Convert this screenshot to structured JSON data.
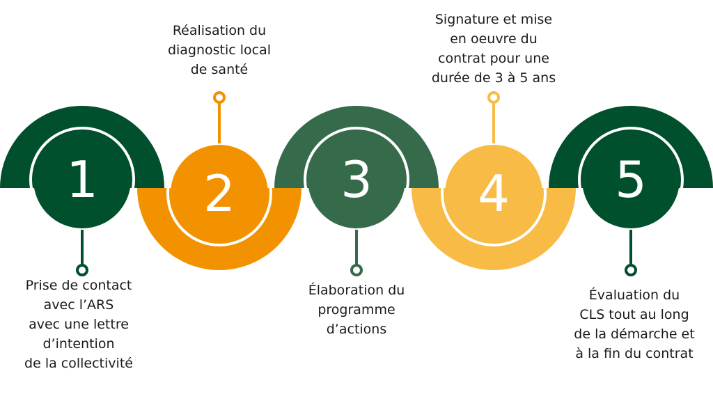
{
  "colors": {
    "dark_green": "#004f2d",
    "orange": "#f39200",
    "mid_green": "#356b4a",
    "light_orange": "#f8bb45",
    "text": "#1a1a1a"
  },
  "steps": [
    {
      "number": "1",
      "label": "Prise de contact\navec l’ARS\n avec une lettre\nd’intention\nde la collectivité",
      "color_key": "dark_green"
    },
    {
      "number": "2",
      "label": "Réalisation du\ndiagnostic local\nde santé",
      "color_key": "orange"
    },
    {
      "number": "3",
      "label": "Élaboration du\nprogramme\nd’actions",
      "color_key": "mid_green"
    },
    {
      "number": "4",
      "label": "Signature et mise\nen oeuvre du\ncontrat pour une\ndurée de 3 à 5 ans",
      "color_key": "light_orange"
    },
    {
      "number": "5",
      "label": "Évaluation du\nCLS tout au long\nde la démarche et\nà la fin du contrat",
      "color_key": "dark_green"
    }
  ]
}
